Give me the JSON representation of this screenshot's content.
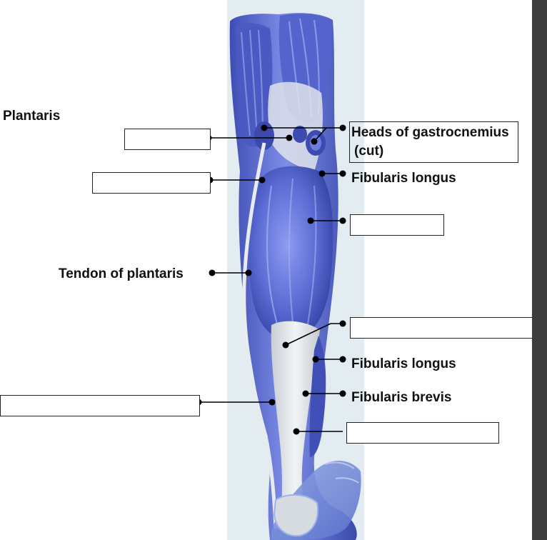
{
  "labels": {
    "plantaris": "Plantaris",
    "heads_gastrocnemius_line1": "Heads of gastrocnemius",
    "heads_gastrocnemius_line2": "(cut)",
    "fibularis_longus_upper": "Fibularis longus",
    "tendon_of_plantaris": "Tendon of plantaris",
    "fibularis_longus_lower": "Fibularis longus",
    "fibularis_brevis": "Fibularis brevis"
  },
  "blank_boxes": [
    "blank-1",
    "blank-2",
    "blank-3",
    "blank-4",
    "blank-5",
    "blank-6"
  ],
  "colors": {
    "background_panel": "#e3edf1",
    "muscle": "#5c6fd6",
    "muscle_dark": "#3947a8",
    "tendon": "#e4e8ea",
    "leader": "#000000",
    "sidebar": "#3d3d3d"
  }
}
